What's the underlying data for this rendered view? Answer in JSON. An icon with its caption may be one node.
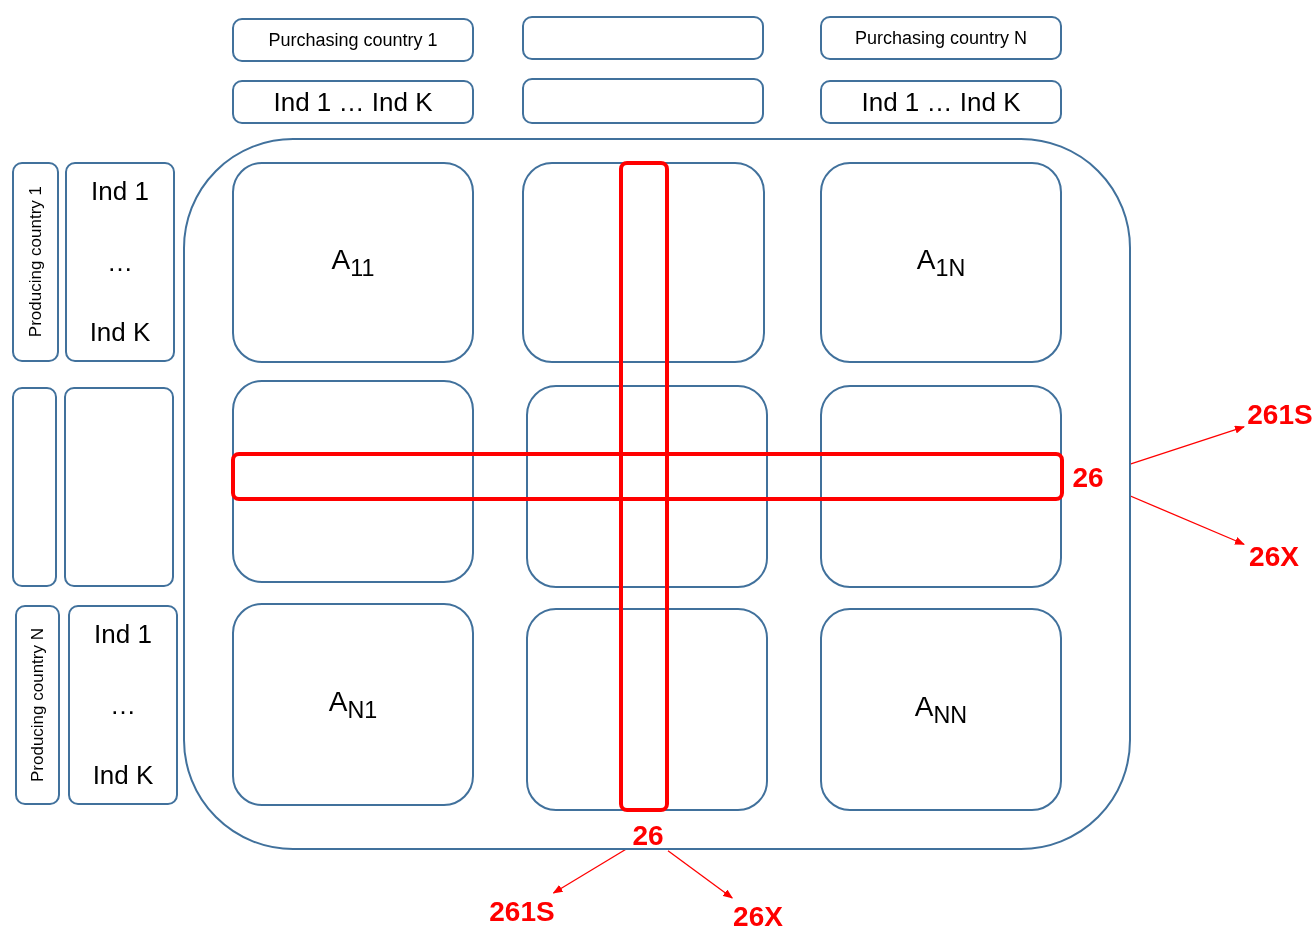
{
  "diagram": {
    "nodes": [
      {
        "text": [
          "Purchasing country 1"
        ]
      },
      {
        "text": [],
        "shape": "box"
      },
      {
        "text": [
          "Purchasing country N"
        ]
      },
      {
        "text": [
          "Ind 1 … Ind K"
        ]
      },
      {
        "text": [],
        "shape": "box"
      },
      {
        "text": [
          "Ind 1 … Ind K"
        ]
      },
      {
        "text": [
          "Producing country 1"
        ]
      },
      {
        "text": [
          "Ind 1",
          "…",
          "Ind K"
        ]
      },
      {
        "text": [],
        "shape": "box"
      },
      {
        "text": [],
        "shape": "box"
      },
      {
        "text": [
          "Producing country N"
        ]
      },
      {
        "text": [
          "Ind 1",
          "…",
          "Ind K"
        ]
      },
      {
        "text": [],
        "shape": "box"
      },
      {
        "text": [
          "A$_{11}$"
        ],
        "in": 12
      },
      {
        "text": [],
        "shape": "box",
        "in": 12
      },
      {
        "text": [
          "A$_{1N}$"
        ],
        "in": 12
      },
      {
        "text": [],
        "shape": "box",
        "in": 12
      },
      {
        "text": [],
        "shape": "box",
        "in": 12
      },
      {
        "text": [],
        "shape": "box",
        "in": 12
      },
      {
        "text": [
          "A$_{N1}$"
        ],
        "in": 12
      },
      {
        "text": [],
        "shape": "box",
        "in": 12
      },
      {
        "text": [
          "A$_{NN}$"
        ],
        "in": 12
      },
      {
        "text": [],
        "shape": "box",
        "in": 12
      },
      {
        "text": [],
        "shape": "box",
        "in": 12
      },
      {
        "text": [
          "26"
        ],
        "in": 12
      },
      {
        "text": [
          "261S"
        ]
      },
      {
        "text": [
          "26X"
        ]
      },
      {
        "text": [
          "26"
        ],
        "in": 12
      },
      {
        "text": [
          "261S"
        ]
      },
      {
        "text": [
          "26X"
        ]
      }
    ],
    "edges": [
      {
        "from": 24,
        "to": 25,
        "arrow": "to"
      },
      {
        "from": 24,
        "to": 26,
        "arrow": "to"
      },
      {
        "from": 27,
        "to": 28,
        "arrow": "to"
      },
      {
        "from": 27,
        "to": 29,
        "arrow": "to"
      }
    ]
  }
}
